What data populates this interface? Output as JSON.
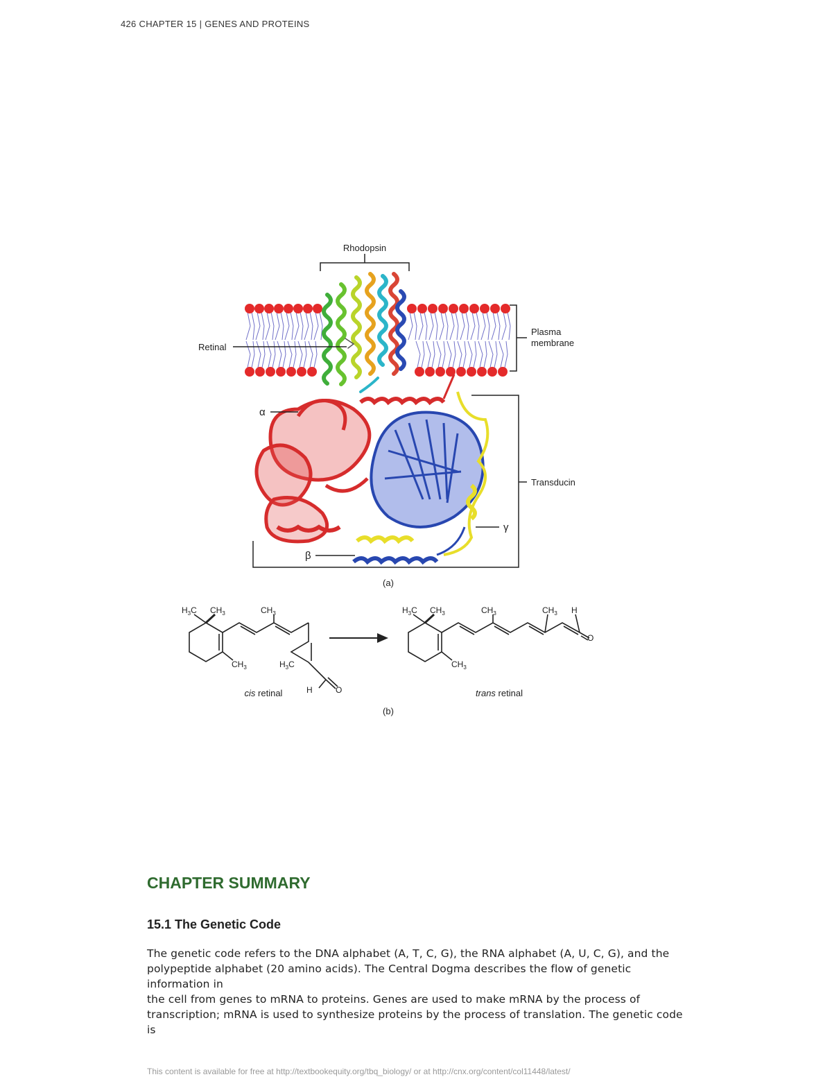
{
  "header": {
    "running_head": "426  CHAPTER 15 | GENES AND PROTEINS"
  },
  "figure": {
    "labels": {
      "rhodopsin": "Rhodopsin",
      "plasma_membrane_line1": "Plasma",
      "plasma_membrane_line2": "membrane",
      "retinal": "Retinal",
      "alpha": "α",
      "transducin": "Transducin",
      "gamma": "γ",
      "beta": "β",
      "panel_a": "(a)",
      "panel_b": "(b)",
      "cis_italic": "cis",
      "cis_rest": " retinal",
      "trans_italic": "trans",
      "trans_rest": " retinal"
    },
    "colors": {
      "lipid_head": "#e42a2a",
      "lipid_tail": "#6f6fc8",
      "alpha_subunit": "#d62c2c",
      "beta_subunit": "#2847b0",
      "gamma_subunit": "#e8de2a"
    }
  },
  "summary": {
    "heading": "CHAPTER SUMMARY",
    "section_title": "15.1 The Genetic Code",
    "paragraph_lines": [
      "The genetic code refers to the DNA alphabet (A, T, C, G), the RNA alphabet (A, U, C, G), and the",
      "polypeptide alphabet (20 amino acids). The Central Dogma describes the flow of genetic information in",
      "the cell from genes to mRNA to proteins. Genes are used to make mRNA by the process of",
      "transcription; mRNA is used to synthesize proteins by the process of translation. The genetic code is"
    ]
  },
  "footer": {
    "text": "This content is available for free at http://textbookequity.org/tbq_biology/ or at http://cnx.org/content/col11448/latest/"
  }
}
